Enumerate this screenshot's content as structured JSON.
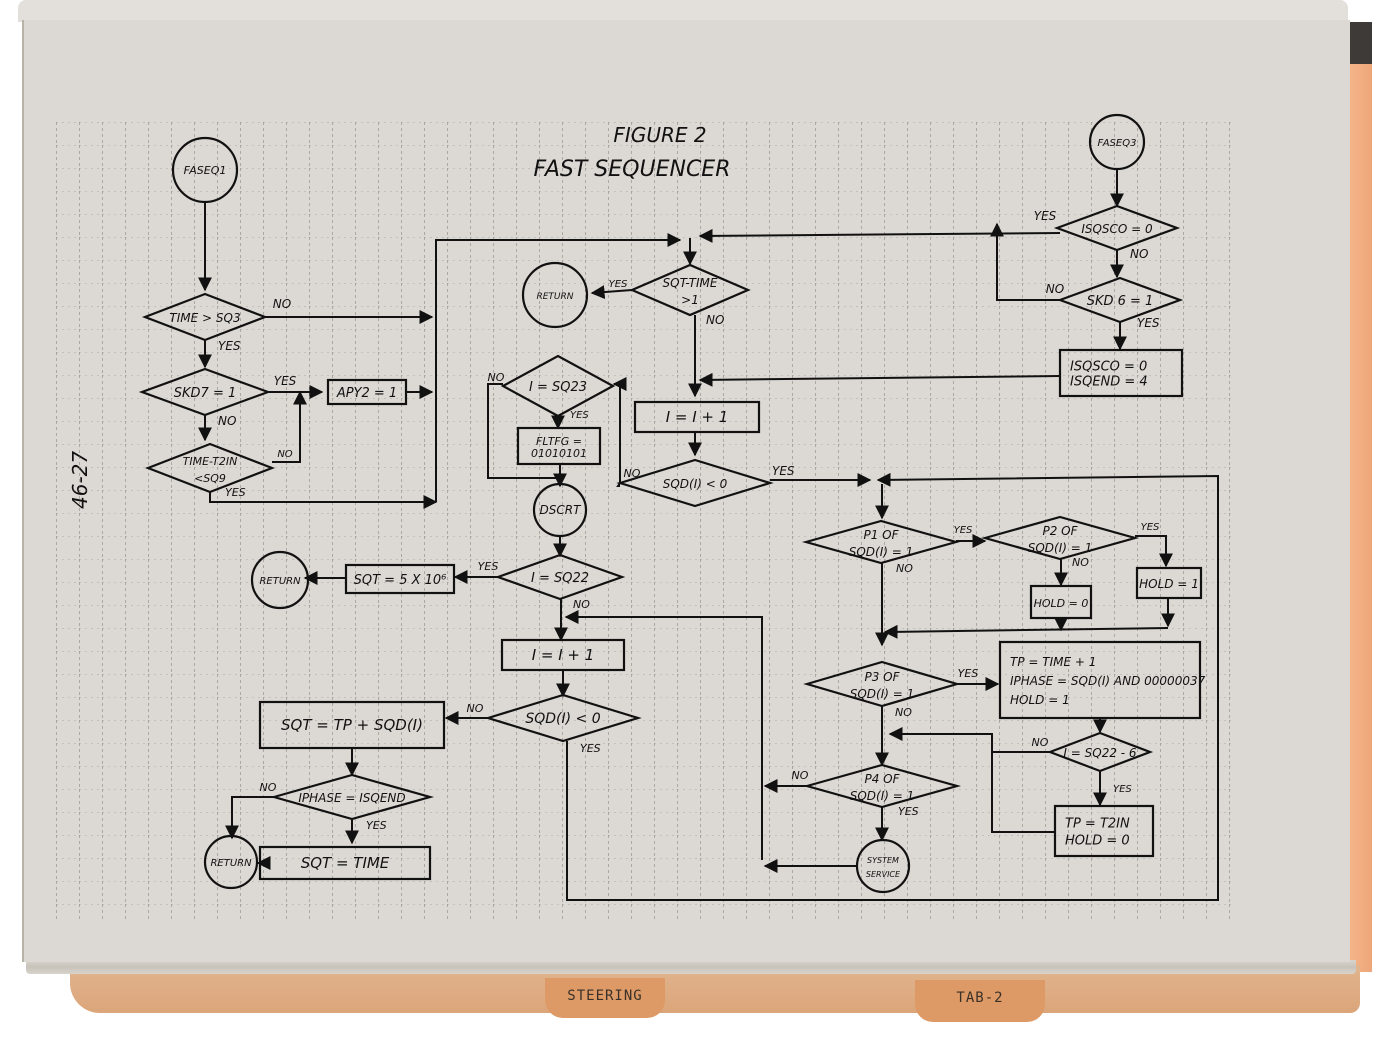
{
  "document": {
    "title_line1": "FIGURE 2",
    "title_line2": "FAST SEQUENCER",
    "page_number": "46-27",
    "tabs": [
      "STEERING",
      "TAB-2"
    ]
  },
  "nodes": {
    "faseq1": "FASEQ1",
    "faseq3": "FASEQ3",
    "time_gt_sq3": "TIME > SQ3",
    "skd7": "SKD7 = 1",
    "apy2": "APY2 = 1",
    "time_t2in_1": "TIME-T2IN",
    "time_t2in_2": "<SQ9",
    "isqsco_eq0": "ISQSCO = 0",
    "skd6": "SKD 6 = 1",
    "isqsco_set": "ISQSCO = 0",
    "isqend_set": "ISQEND = 4",
    "sqt_time_1": "SQT-TIME",
    "sqt_time_2": ">1",
    "return_top": "RETURN",
    "i_eq_sq23": "I = SQ23",
    "fltfg_1": "FLTFG =",
    "fltfg_2": "01010101",
    "i_inc_top": "I = I + 1",
    "sqdi_lt0_top": "SQD(I) < 0",
    "dscrt": "DSCRT",
    "i_eq_sq22": "I = SQ22",
    "sqt_5x10": "SQT = 5 X 10⁶",
    "return_mid": "RETURN",
    "i_inc_mid": "I = I + 1",
    "sqdi_lt0_mid": "SQD(I) < 0",
    "sqt_tp": "SQT = TP + SQD(I)",
    "iphase_eq": "IPHASE = ISQEND",
    "sqt_time": "SQT = TIME",
    "return_bot": "RETURN",
    "p1_1": "P1 OF",
    "p1_2": "SQD(I) = 1",
    "p2_1": "P2 OF",
    "p2_2": "SQD(I) = 1",
    "hold0": "HOLD = 0",
    "hold1": "HOLD = 1",
    "p3_1": "P3 OF",
    "p3_2": "SQD(I) = 1",
    "tp_time": "TP = TIME + 1",
    "iphase_set": "IPHASE = SQD(I) AND 00000037",
    "hold1_b": "HOLD = 1",
    "i_sq22_6": "I = SQ22 - 6",
    "tp_t2in": "TP = T2IN",
    "hold0_b": "HOLD = 0",
    "p4_1": "P4 OF",
    "p4_2": "SQD(I) = 1",
    "sys_1": "SYSTEM",
    "sys_2": "SERVICE"
  },
  "labels": {
    "yes": "YES",
    "no": "NO"
  }
}
